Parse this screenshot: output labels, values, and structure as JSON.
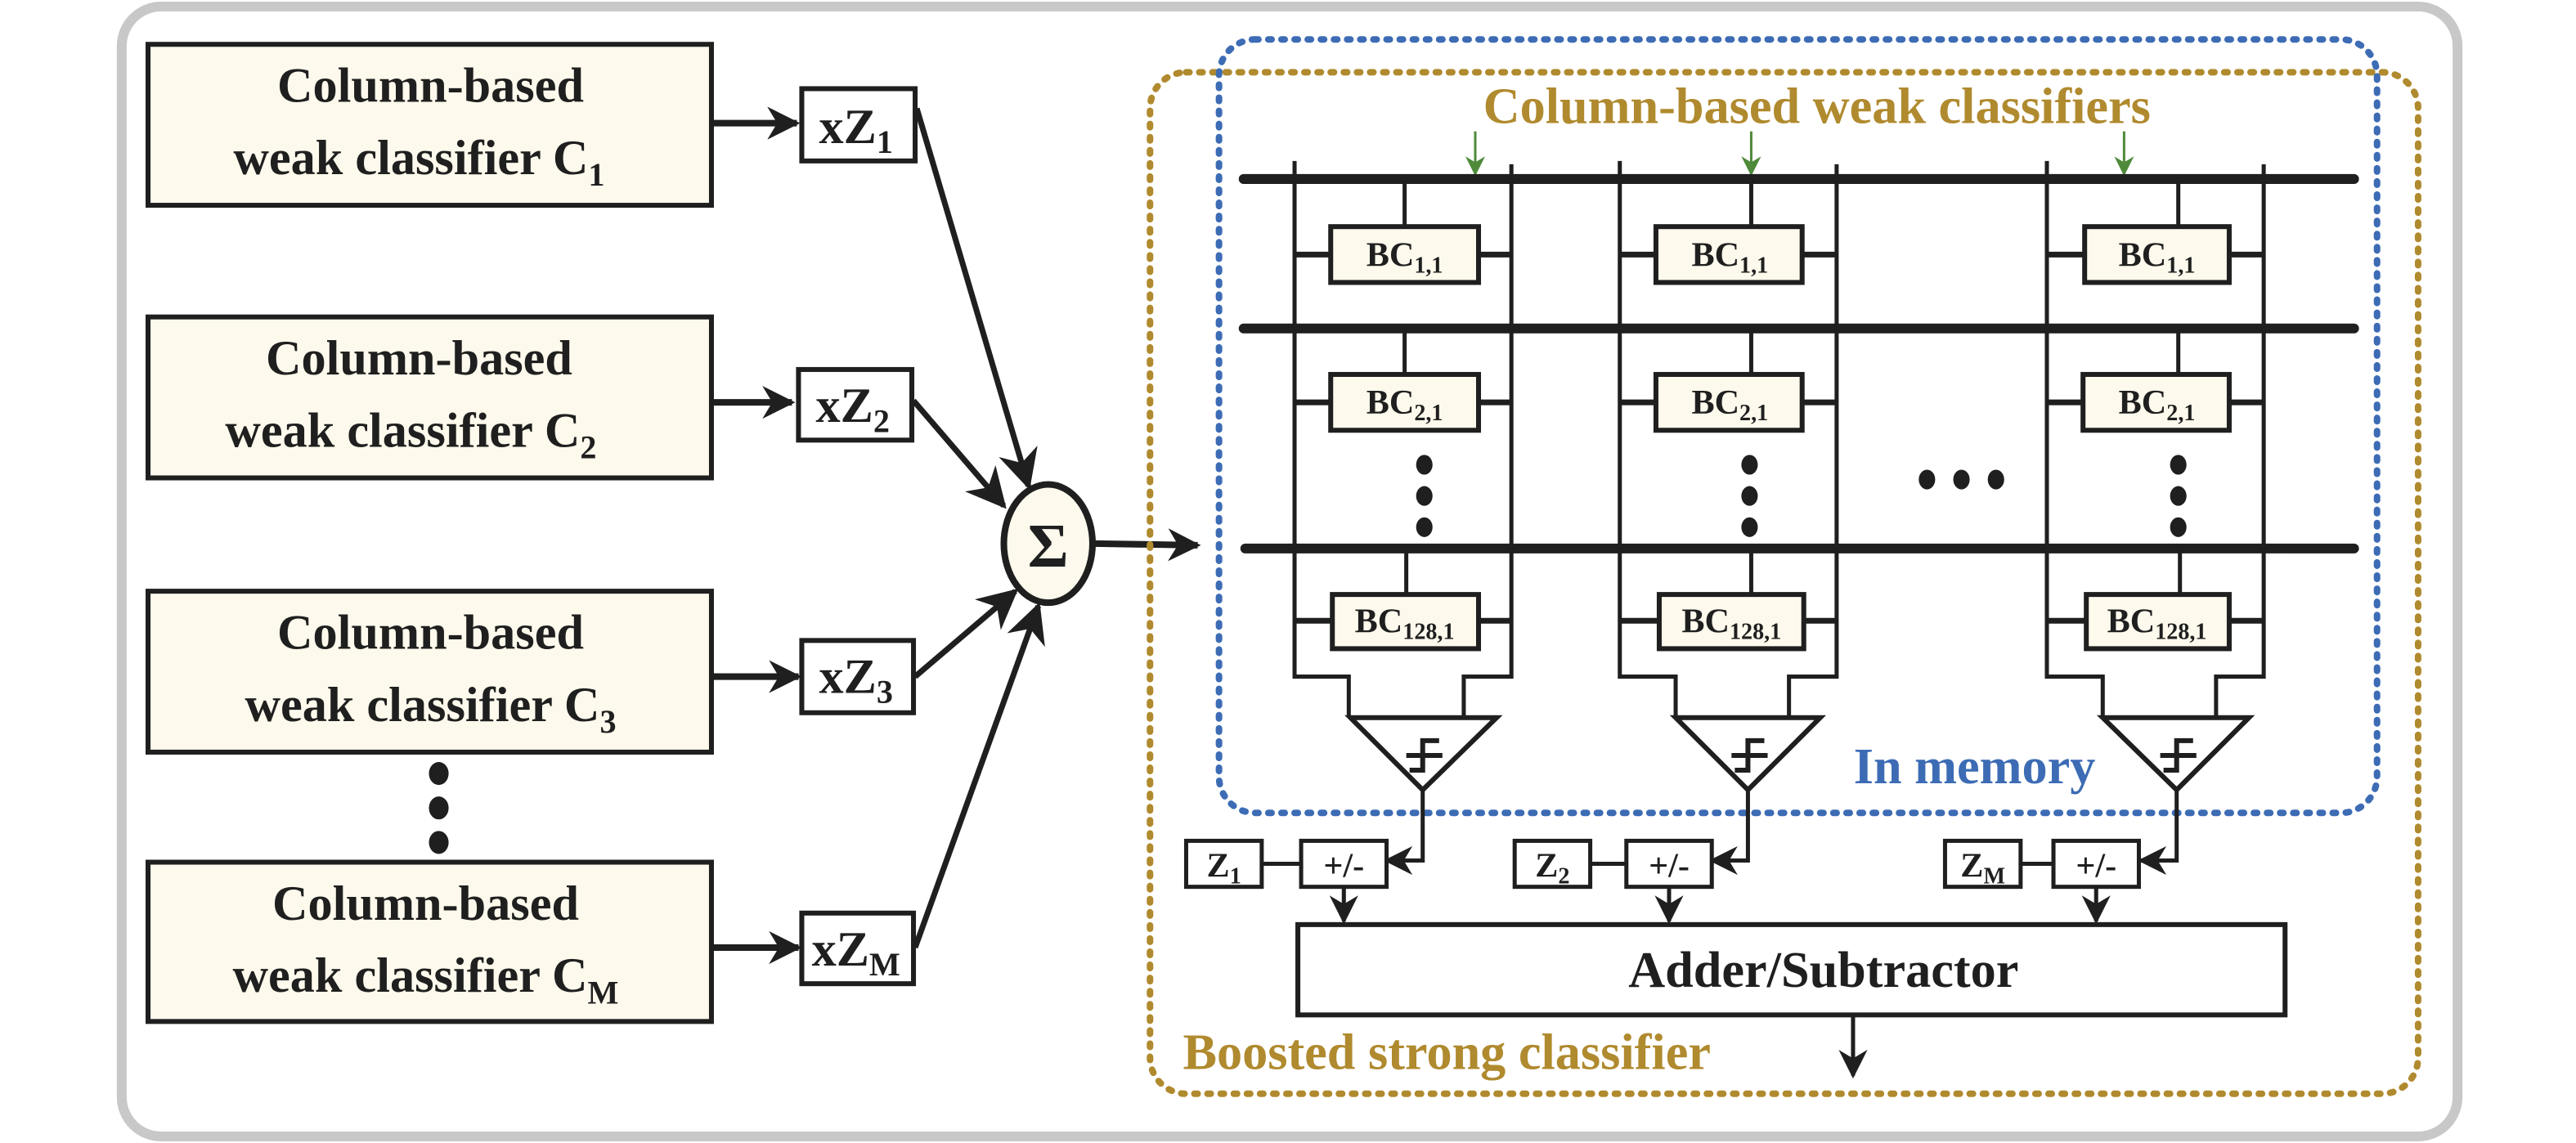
{
  "colors": {
    "frame": "#c8c8c8",
    "box_fill": "#fdf9ec",
    "line": "#1f1f1f",
    "in_memory_border": "#3d6cb5",
    "boosted_border": "#b08a2e",
    "input_arrow": "#4f8a3a"
  },
  "left_classifiers": [
    {
      "line1": "Column-based",
      "line2": "weak classifier C",
      "sub": "1",
      "multiplier": "xZ",
      "multiplier_sub": "1"
    },
    {
      "line1": "Column-based",
      "line2": "weak classifier C",
      "sub": "2",
      "multiplier": "xZ",
      "multiplier_sub": "2"
    },
    {
      "line1": "Column-based",
      "line2": "weak classifier C",
      "sub": "3",
      "multiplier": "xZ",
      "multiplier_sub": "3"
    },
    {
      "line1": "Column-based",
      "line2": "weak classifier C",
      "sub": "M",
      "multiplier": "xZ",
      "multiplier_sub": "M"
    }
  ],
  "left_ellipsis": "⋮",
  "summation_symbol": "Σ",
  "right": {
    "title": "Column-based weak classifiers",
    "in_memory_label": "In memory",
    "boosted_label": "Boosted strong classifier",
    "column_ellipsis": "•••",
    "columns": [
      {
        "cells": [
          {
            "main": "BC",
            "sub": "1,1"
          },
          {
            "main": "BC",
            "sub": "2,1"
          },
          {
            "main": "BC",
            "sub": "128,1"
          }
        ],
        "weight": "Z",
        "weight_sub": "1",
        "sign": "+/-"
      },
      {
        "cells": [
          {
            "main": "BC",
            "sub": "1,1"
          },
          {
            "main": "BC",
            "sub": "2,1"
          },
          {
            "main": "BC",
            "sub": "128,1"
          }
        ],
        "weight": "Z",
        "weight_sub": "2",
        "sign": "+/-"
      },
      {
        "cells": [
          {
            "main": "BC",
            "sub": "1,1"
          },
          {
            "main": "BC",
            "sub": "2,1"
          },
          {
            "main": "BC",
            "sub": "128,1"
          }
        ],
        "weight": "Z",
        "weight_sub": "M",
        "sign": "+/-"
      }
    ],
    "adder_label": "Adder/Subtractor"
  }
}
